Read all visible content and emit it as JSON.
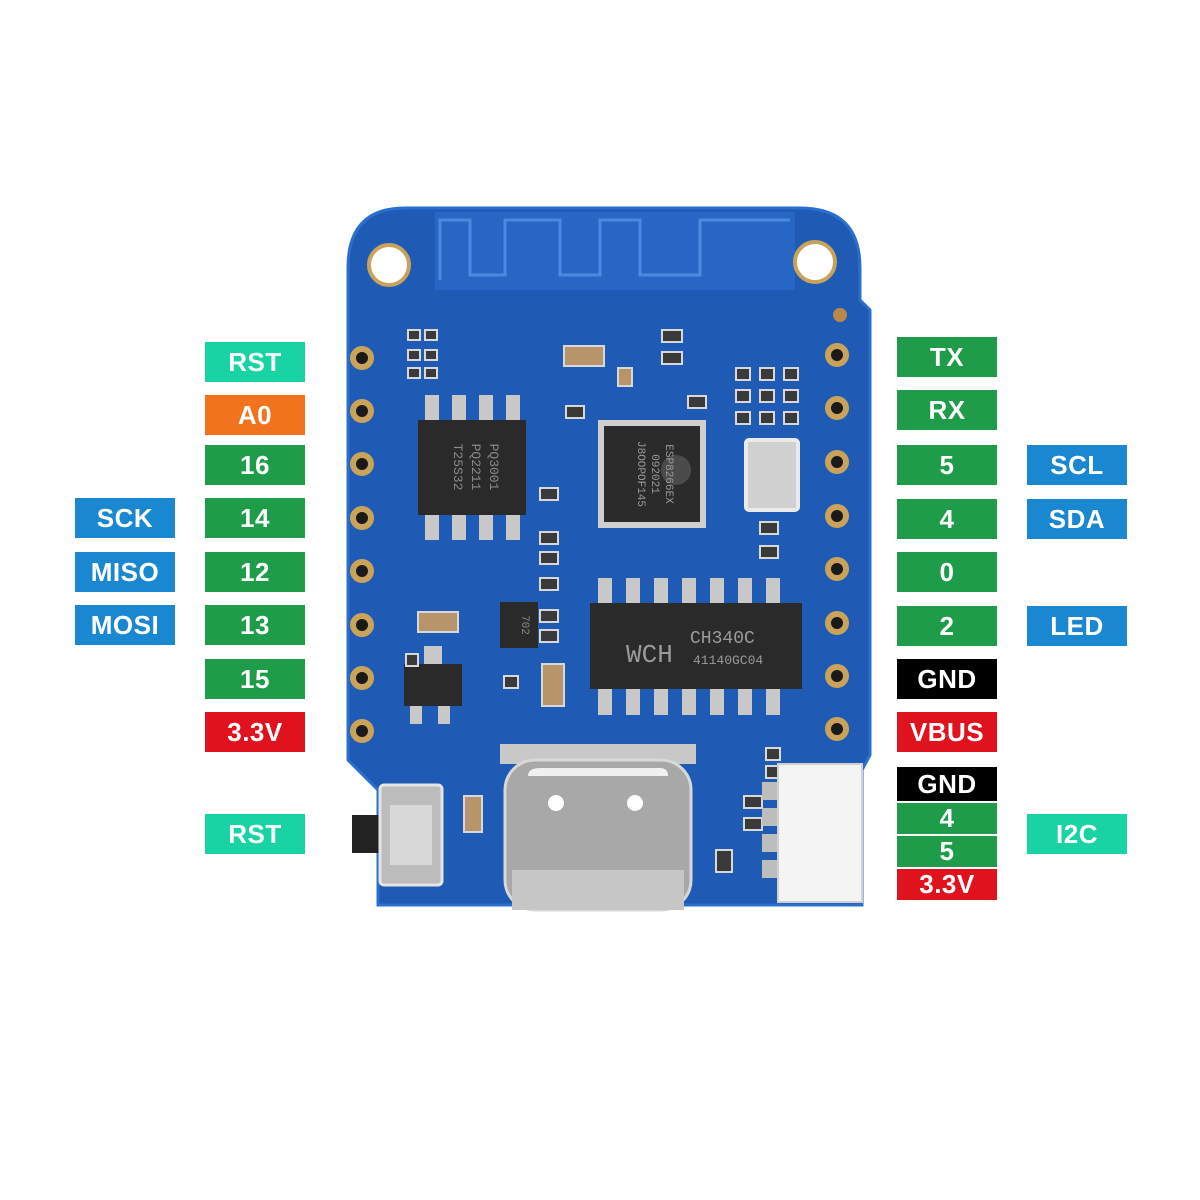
{
  "colors": {
    "green": "#1e9c4a",
    "teal": "#19d3a4",
    "orange": "#f2731d",
    "red": "#e0121d",
    "black": "#000000",
    "blue": "#1a88d0",
    "board_blue": "#1f5bb5",
    "board_edge": "#2a6fd0"
  },
  "left_pins": [
    {
      "label": "RST",
      "color": "teal"
    },
    {
      "label": "A0",
      "color": "orange"
    },
    {
      "label": "16",
      "color": "green"
    },
    {
      "label": "14",
      "color": "green",
      "alt": "SCK"
    },
    {
      "label": "12",
      "color": "green",
      "alt": "MISO"
    },
    {
      "label": "13",
      "color": "green",
      "alt": "MOSI"
    },
    {
      "label": "15",
      "color": "green"
    },
    {
      "label": "3.3V",
      "color": "red"
    }
  ],
  "right_pins": [
    {
      "label": "TX",
      "color": "green"
    },
    {
      "label": "RX",
      "color": "green"
    },
    {
      "label": "5",
      "color": "green",
      "alt": "SCL"
    },
    {
      "label": "4",
      "color": "green",
      "alt": "SDA"
    },
    {
      "label": "0",
      "color": "green"
    },
    {
      "label": "2",
      "color": "green",
      "alt": "LED"
    },
    {
      "label": "GND",
      "color": "black"
    },
    {
      "label": "VBUS",
      "color": "red"
    }
  ],
  "reset_button_label": "RST",
  "i2c_connector": {
    "group_label": "I2C",
    "pins": [
      {
        "label": "GND",
        "color": "black"
      },
      {
        "label": "4",
        "color": "green"
      },
      {
        "label": "5",
        "color": "green"
      },
      {
        "label": "3.3V",
        "color": "red"
      }
    ]
  },
  "chips": {
    "flash_line1": "PQ3001",
    "flash_line2": "PQ2211",
    "flash_line3": "T25S32",
    "esp_line1": "ESP8266EX",
    "esp_line2": "092021",
    "esp_line3": "J8OOPOF145",
    "usb_brand": "WCH",
    "usb_line1": "CH340C",
    "usb_line2": "41140GC04",
    "regulator": "702"
  }
}
